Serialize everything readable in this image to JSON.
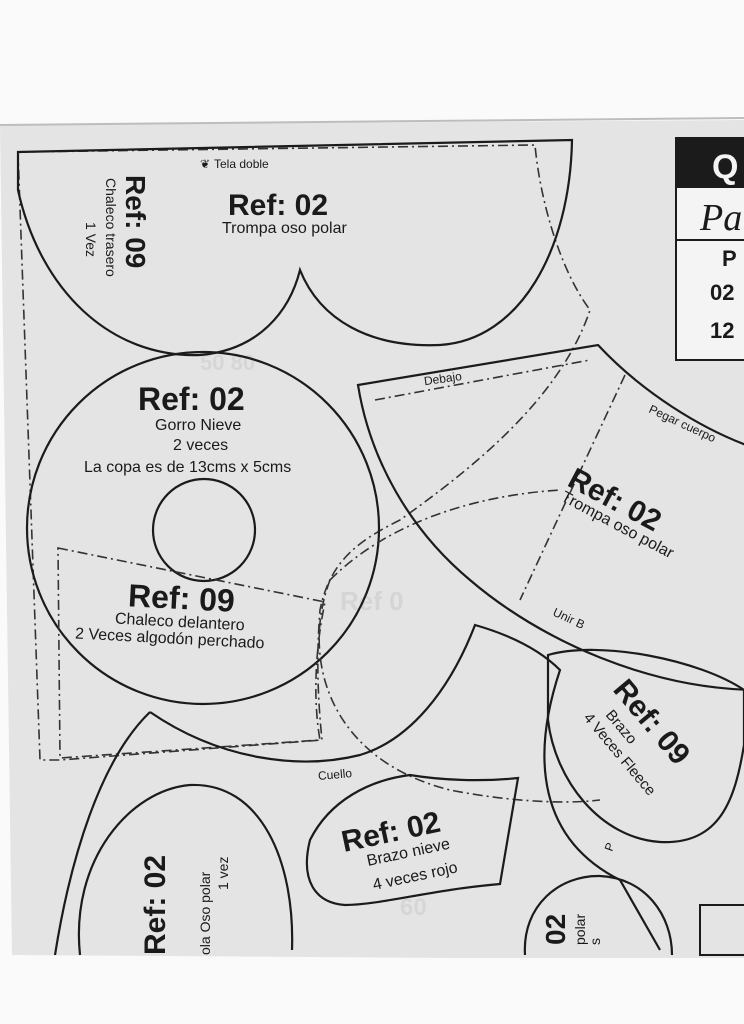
{
  "colors": {
    "paper": "#e6e6e6",
    "background": "#fafafa",
    "ink": "#1b1b1b"
  },
  "corner_box": {
    "header": "Q",
    "script": "Pa",
    "lines": [
      "P",
      "02",
      "12"
    ]
  },
  "pieces": {
    "trompa_top": {
      "ref": "Ref: 02",
      "name": "Trompa oso polar",
      "mark": "Tela doble",
      "mark_icon": "double-heart-icon"
    },
    "chaleco_trasero": {
      "ref": "Ref: 09",
      "name": "Chaleco trasero",
      "qty": "1 Vez"
    },
    "gorro": {
      "ref": "Ref: 02",
      "name": "Gorro Nieve",
      "qty": "2 veces",
      "note": "La copa es de 13cms x 5cms"
    },
    "chaleco_delantero": {
      "ref": "Ref: 09",
      "name": "Chaleco delantero",
      "qty": "2 Veces algodón perchado"
    },
    "trompa_right": {
      "ref": "Ref: 02",
      "name": "Trompa oso polar",
      "edge_top": "Debajo",
      "edge_side": "Pegar cuerpo",
      "edge_bottom": "Unir B"
    },
    "brazo_fleece": {
      "ref": "Ref: 09",
      "name": "Brazo",
      "qty": "4 Veces Fleece"
    },
    "cuello": {
      "label": "Cuello"
    },
    "brazo_nieve": {
      "ref": "Ref: 02",
      "name": "Brazo nieve",
      "qty": "4 veces rojo"
    },
    "cola": {
      "ref": "Ref: 02",
      "name": "ola Oso polar",
      "qty": "1 vez"
    },
    "bottom_right": {
      "ref": "02",
      "name": "polar",
      "qty": "s",
      "mark": "P"
    }
  }
}
